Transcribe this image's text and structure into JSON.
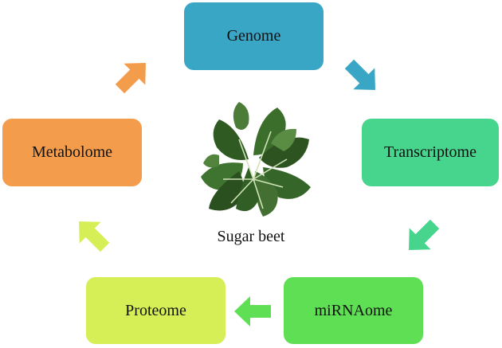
{
  "nodes": {
    "genome": {
      "label": "Genome",
      "color": "#3aa6c6"
    },
    "transcriptome": {
      "label": "Transcriptome",
      "color": "#47d48d"
    },
    "mirnaome": {
      "label": "miRNAome",
      "color": "#5fe054"
    },
    "proteome": {
      "label": "Proteome",
      "color": "#d7ef56"
    },
    "metabolome": {
      "label": "Metabolome",
      "color": "#f39c4b"
    }
  },
  "arrows": {
    "genome_to_transcriptome": {
      "color": "#3aa6c6"
    },
    "transcriptome_to_mirnaome": {
      "color": "#47d48d"
    },
    "mirnaome_to_proteome": {
      "color": "#5fe054"
    },
    "proteome_to_metabolome": {
      "color": "#d7ef56"
    },
    "metabolome_to_genome": {
      "color": "#f39c4b"
    }
  },
  "center": {
    "caption": "Sugar beet",
    "image": "sugar-beet-plant-photo"
  }
}
